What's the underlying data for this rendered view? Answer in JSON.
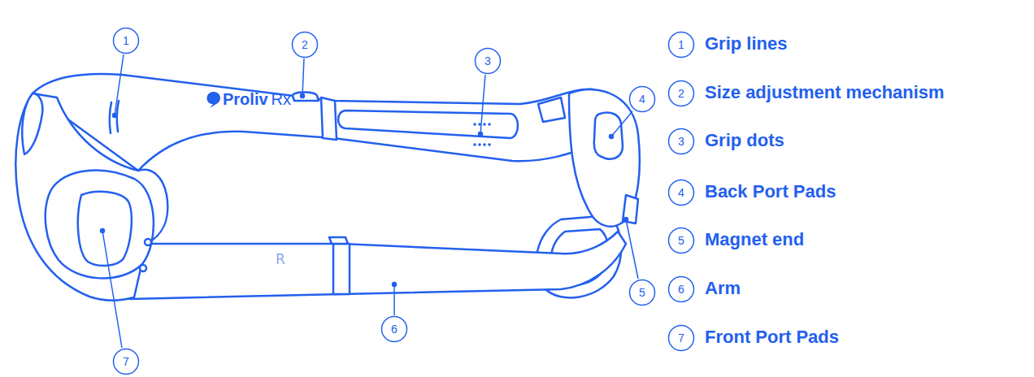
{
  "diagram": {
    "nodes": [
      {
        "text": [
          "1"
        ]
      },
      {
        "text": [
          "2"
        ]
      },
      {
        "text": [
          "3"
        ]
      },
      {
        "text": [
          "4"
        ]
      },
      {
        "text": [
          "5"
        ]
      },
      {
        "text": [
          "6"
        ]
      },
      {
        "text": [
          "7"
        ]
      },
      {
        "text": [
          "1"
        ]
      },
      {
        "text": [
          "2"
        ]
      },
      {
        "text": [
          "3"
        ]
      },
      {
        "text": [
          "4"
        ]
      },
      {
        "text": [
          "5"
        ]
      },
      {
        "text": [
          "6"
        ]
      },
      {
        "text": [
          "7"
        ]
      }
    ],
    "labels": [
      "Proliv",
      "Rx",
      "R",
      "Grip lines",
      "Size adjustment mechanism",
      "Grip dots",
      "Back Port Pads",
      "Magnet end",
      "Arm",
      "Front Port Pads"
    ]
  }
}
